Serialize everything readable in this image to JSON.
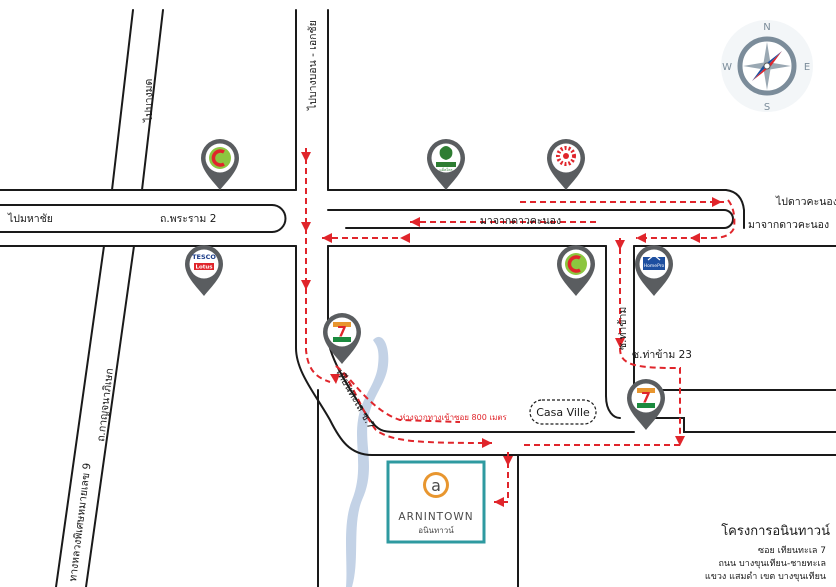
{
  "roads": {
    "to_mahachai": "ไปมหาชัย",
    "rama2": "ถ.พระราม 2",
    "to_bang_mot": "ไปบางมด",
    "to_bangkhuntian": "ไปบางบอน - เอกชัย",
    "kanchanaphisek": "ถ.กาญจนาภิเษก",
    "highway9": "ทางหลวงพิเศษหมายเลข 9",
    "to_dao_khanong": "ไปดาวคะนอง",
    "from_dao_khanong_1": "มาจากดาวคะนอง",
    "from_dao_khanong_2": "มาจากดาวคะนอง",
    "tha_kham": "ซ.ท่าข้าม",
    "tha_kham_23": "ซ.ท่าข้าม 23",
    "tientalay_7": "เทียนทะเล ซ.7",
    "distance_note": "ห่างจากทางเข้าซอย 800 เมตร"
  },
  "landmarks": {
    "casa_ville": "Casa Ville",
    "tesco_line1": "TESCO",
    "tesco_line2": "Lotus",
    "makro": "แม็คโคร",
    "homepro": "HomePro",
    "seven_eleven": "7-ELEVEN"
  },
  "compass": {
    "n": "N",
    "e": "E",
    "s": "S",
    "w": "W"
  },
  "project": {
    "logo_letter": "a",
    "name_en": "ARNINTOWN",
    "name_th": "อนินทาวน์",
    "title": "โครงการอนินทาวน์",
    "address_1": "ซอย เทียนทะเล 7",
    "address_2": "ถนน บางขุนเทียน-ชายทะเล",
    "address_3": "แขวง แสมดำ  เขต บางขุนเทียน"
  },
  "colors": {
    "road_line": "#1a1a1a",
    "route": "#e0252b",
    "canal": "#c3d2e6",
    "pin": "#5a5d60",
    "accent_teal": "#2e9aa0",
    "logo_orange": "#e8962f",
    "bigc_green": "#8cc63f"
  },
  "icons": [
    "compass-icon",
    "bigc-icon",
    "tesco-icon",
    "makro-icon",
    "homepro-icon",
    "seven-eleven-icon",
    "pin-icon"
  ]
}
